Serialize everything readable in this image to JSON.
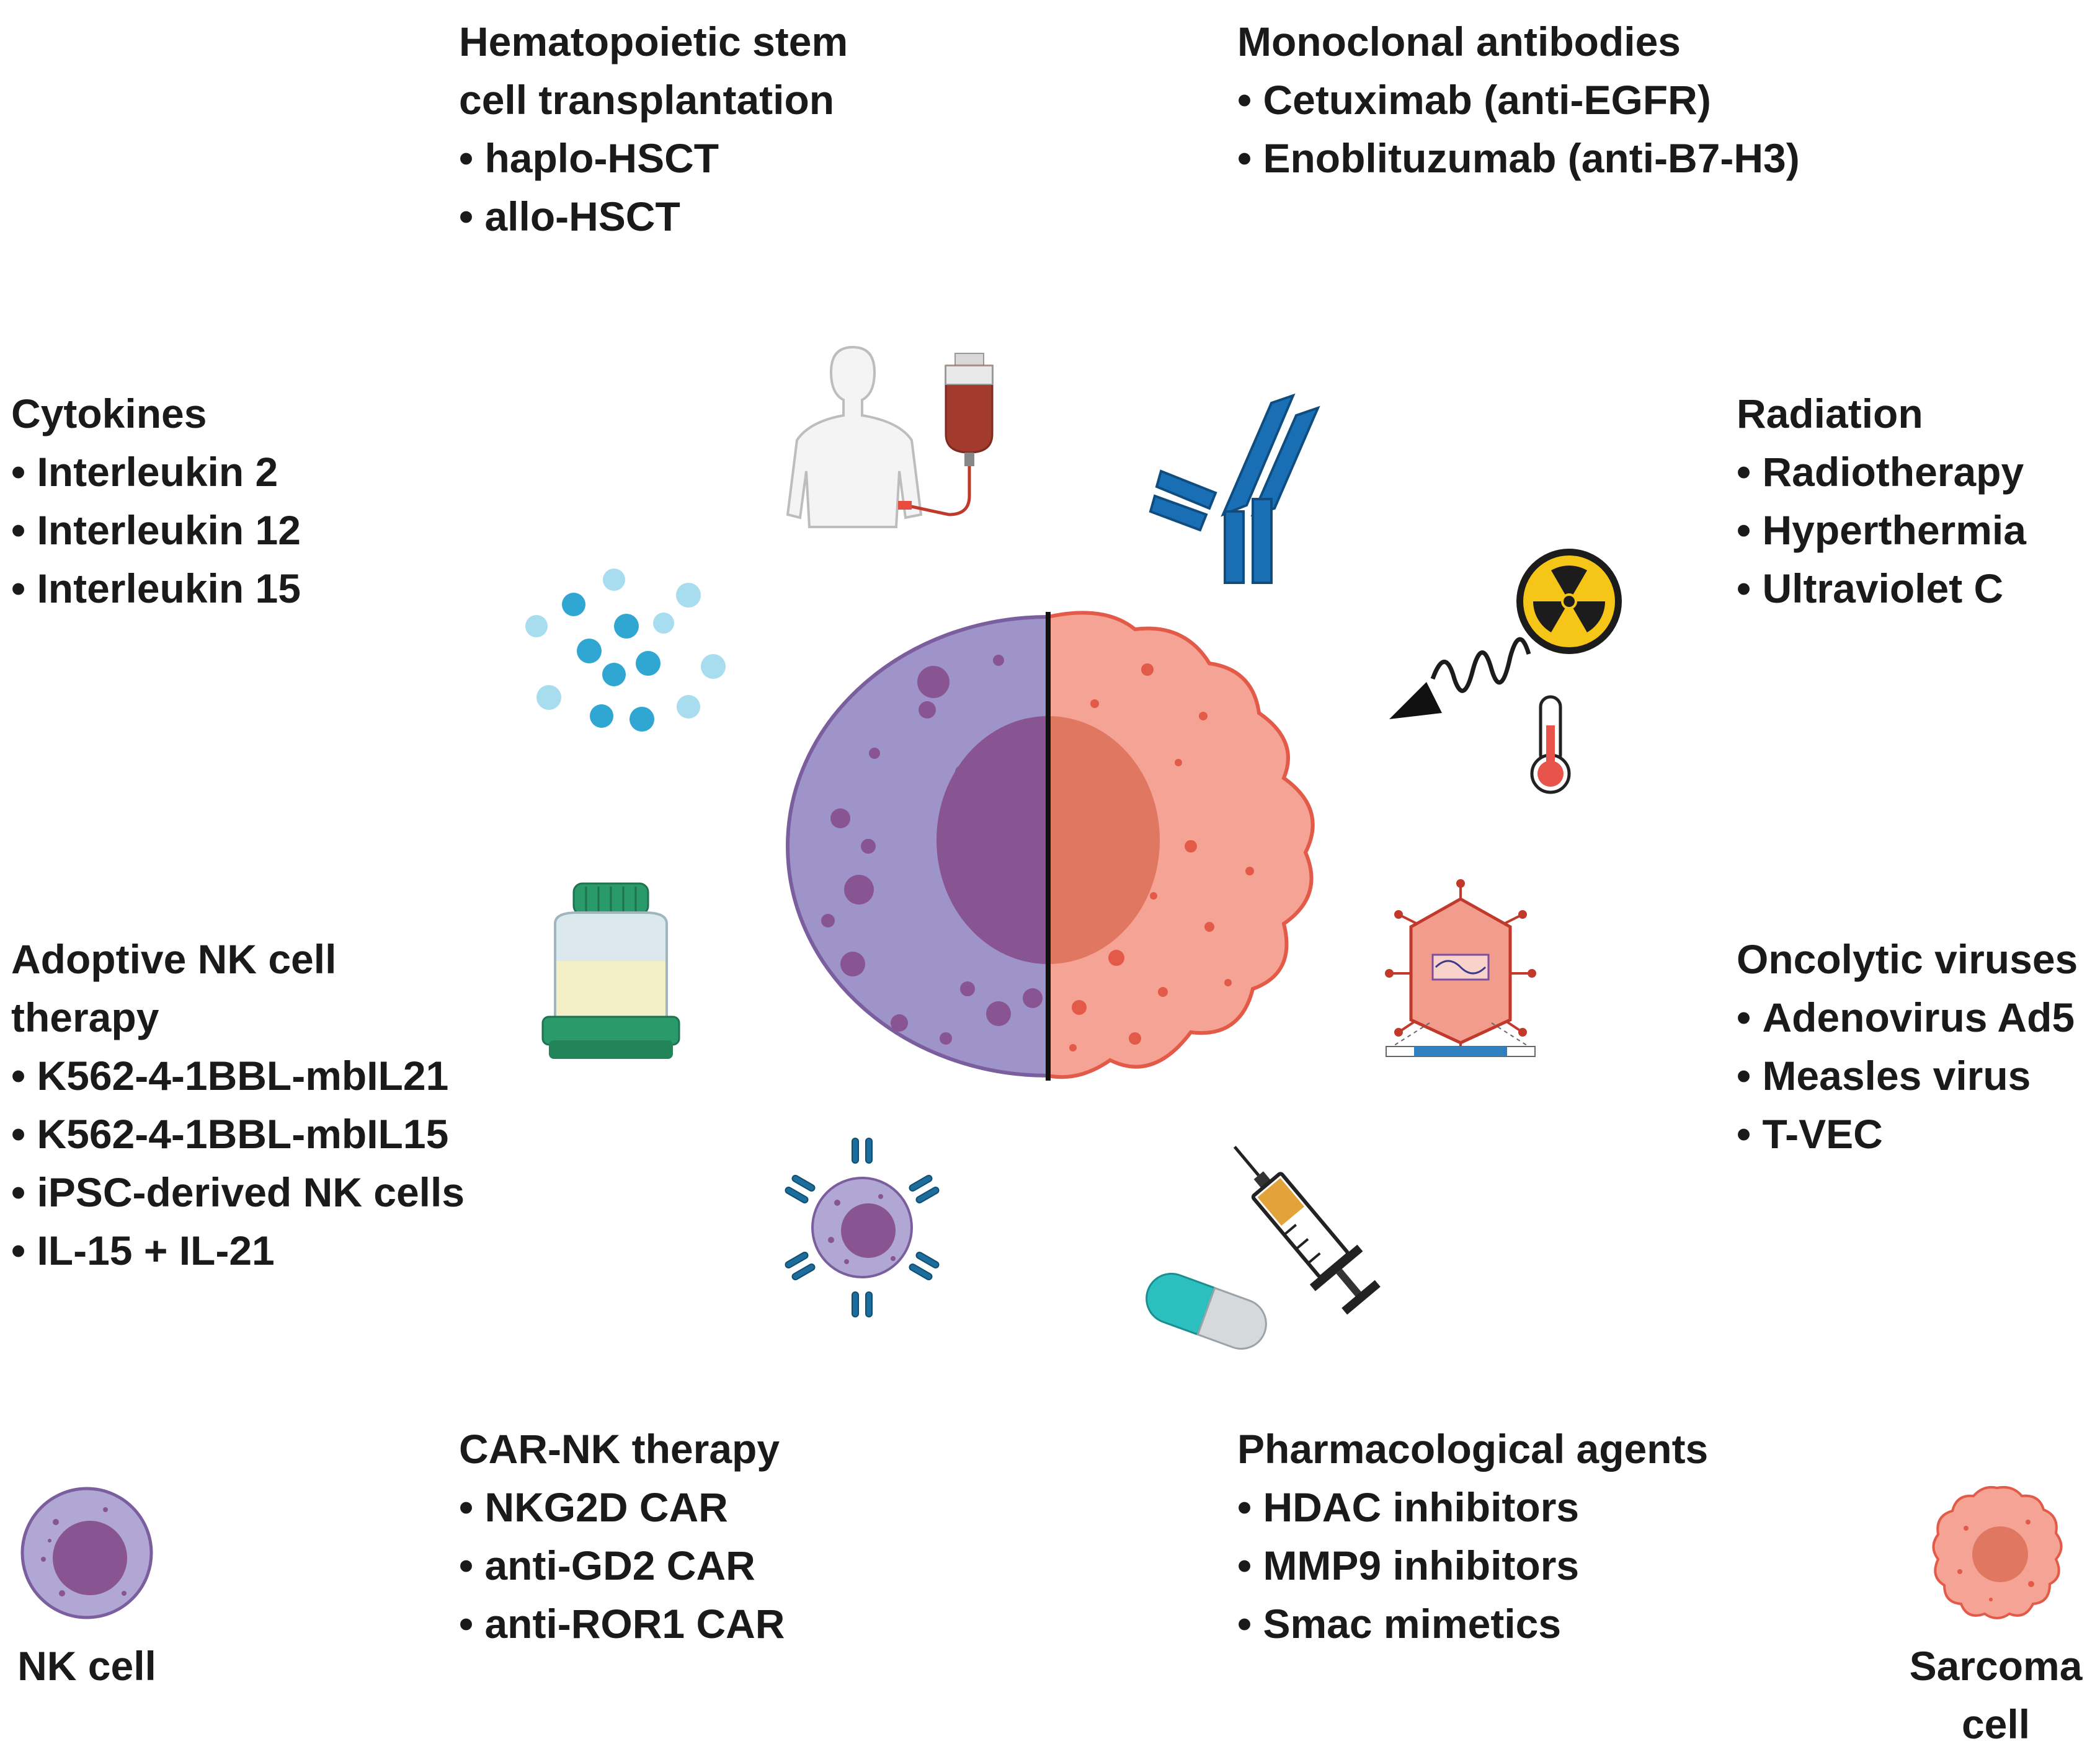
{
  "colors": {
    "nk_fill": "#9f94c9",
    "nk_border": "#7a5e9e",
    "nk_nucleus": "#885492",
    "sarcoma_fill": "#f5a395",
    "sarcoma_border": "#e35a48",
    "sarcoma_nucleus": "#e07760",
    "antibody_blue": "#1a6fb4",
    "cytokine_blue": "#2fa7d2",
    "divider": "#111111"
  },
  "categories": {
    "hsct": {
      "title": "Hematopoietic stem cell transplantation",
      "items": [
        "haplo-HSCT",
        "allo-HSCT"
      ]
    },
    "mab": {
      "title": "Monoclonal antibodies",
      "items": [
        "Cetuximab (anti-EGFR)",
        "Enoblituzumab (anti-B7-H3)"
      ]
    },
    "cytokines": {
      "title": "Cytokines",
      "items": [
        "Interleukin 2",
        "Interleukin 12",
        "Interleukin 15"
      ]
    },
    "radiation": {
      "title": "Radiation",
      "items": [
        "Radiotherapy",
        "Hyperthermia",
        "Ultraviolet C"
      ]
    },
    "adoptive": {
      "title": "Adoptive NK cell therapy",
      "items": [
        "K562-4-1BBL-mbIL21",
        "K562-4-1BBL-mbIL15",
        "iPSC-derived NK cells",
        "IL-15 + IL-21"
      ]
    },
    "oncolytic": {
      "title": "Oncolytic viruses",
      "items": [
        "Adenovirus Ad5",
        "Measles virus",
        "T-VEC"
      ]
    },
    "carnk": {
      "title": "CAR-NK therapy",
      "items": [
        "NKG2D CAR",
        "anti-GD2 CAR",
        "anti-ROR1 CAR"
      ]
    },
    "pharma": {
      "title": "Pharmacological agents",
      "items": [
        "HDAC inhibitors",
        "MMP9 inhibitors",
        "Smac mimetics"
      ]
    }
  },
  "legend": {
    "nk_label": "NK cell",
    "sarcoma_label_line1": "Sarcoma",
    "sarcoma_label_line2": "cell"
  },
  "icons": [
    "hsct-patient-blood-bag-icon",
    "antibody-icon",
    "cytokine-dots-icon",
    "radiation-hazard-icon",
    "thermometer-icon",
    "culture-flask-icon",
    "virus-icon",
    "car-nk-cell-icon",
    "syringe-icon",
    "capsule-icon"
  ]
}
